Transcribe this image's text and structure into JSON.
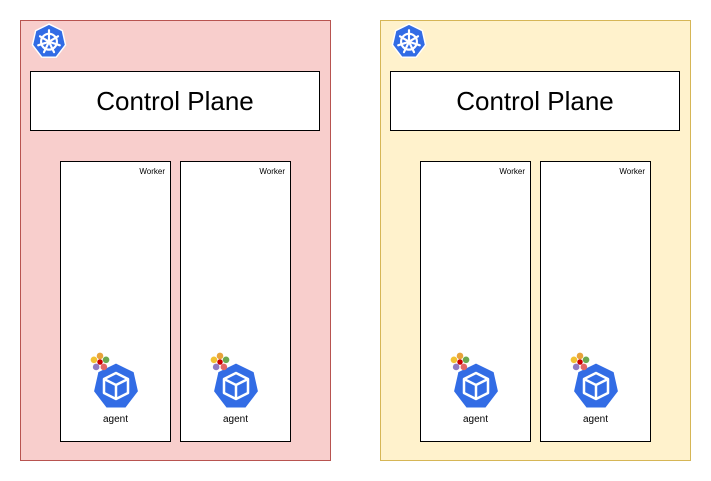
{
  "colors": {
    "cluster_left_fill": "#f8cecc",
    "cluster_left_border": "#b85450",
    "cluster_right_fill": "#fff2cc",
    "cluster_right_border": "#d6b656",
    "k8s_blue": "#326ce5"
  },
  "clusters": [
    {
      "control_plane": "Control Plane",
      "icon": "kubernetes-helm-icon",
      "workers": [
        {
          "label": "Worker",
          "agent": "agent",
          "icon": "pod-cube-icon",
          "badge": "flower-icon"
        },
        {
          "label": "Worker",
          "agent": "agent",
          "icon": "pod-cube-icon",
          "badge": "flower-icon"
        }
      ]
    },
    {
      "control_plane": "Control Plane",
      "icon": "kubernetes-helm-icon",
      "workers": [
        {
          "label": "Worker",
          "agent": "agent",
          "icon": "pod-cube-icon",
          "badge": "flower-icon"
        },
        {
          "label": "Worker",
          "agent": "agent",
          "icon": "pod-cube-icon",
          "badge": "flower-icon"
        }
      ]
    }
  ]
}
